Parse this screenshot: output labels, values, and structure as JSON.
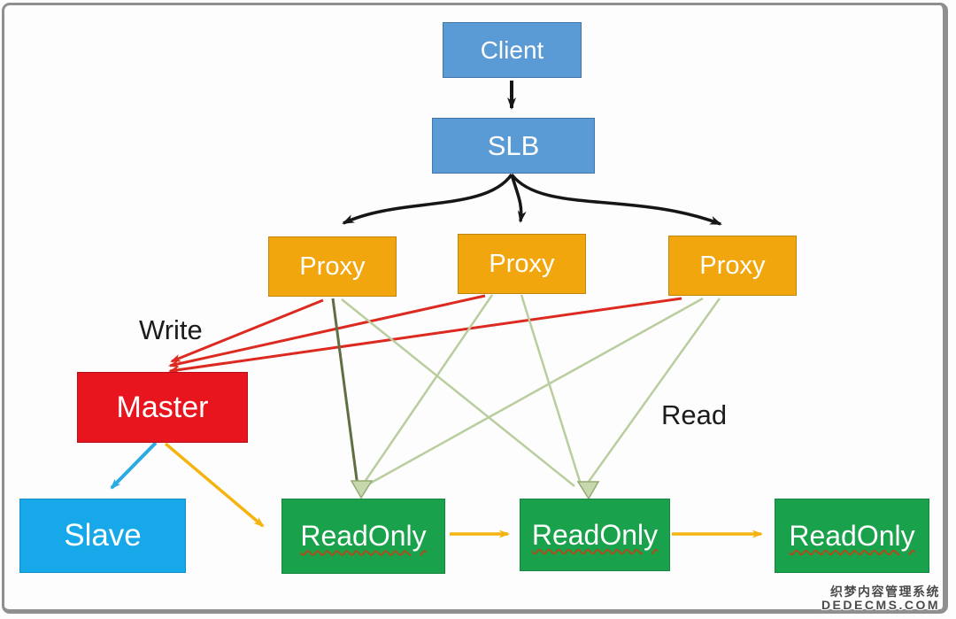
{
  "colors": {
    "node_blue": "#5b9bd5",
    "node_orange": "#f2a60e",
    "node_red": "#e8141e",
    "node_cyan": "#16a8e8",
    "node_green": "#19a24b",
    "arrow_black": "#161616",
    "arrow_red": "#dd2a20",
    "arrow_yellow": "#f5b40d",
    "arrow_cyan": "#2caae2",
    "line_sage": "#b9cd9e",
    "line_olive": "#5f6f42",
    "sage_arrowhead": "#c8d8ae",
    "sage_arrowhead_edge": "#93ac72",
    "edge_label_text": "#1c1c1c",
    "readonly_underline": "#a84f1e",
    "frame_border": "#8f8f8f",
    "watermark_text": "#4a4a4a"
  },
  "diagram": {
    "nodes": {
      "client": {
        "label": "Client"
      },
      "slb": {
        "label": "SLB"
      },
      "proxy1": {
        "label": "Proxy"
      },
      "proxy2": {
        "label": "Proxy"
      },
      "proxy3": {
        "label": "Proxy"
      },
      "master": {
        "label": "Master"
      },
      "slave": {
        "label": "Slave"
      },
      "readonly1": {
        "label": "ReadOnly"
      },
      "readonly2": {
        "label": "ReadOnly"
      },
      "readonly3": {
        "label": "ReadOnly"
      }
    },
    "edge_labels": {
      "write": "Write",
      "read": "Read"
    }
  },
  "watermark": {
    "line1": "织梦内容管理系统",
    "line2": "DEDECMS.COM"
  }
}
